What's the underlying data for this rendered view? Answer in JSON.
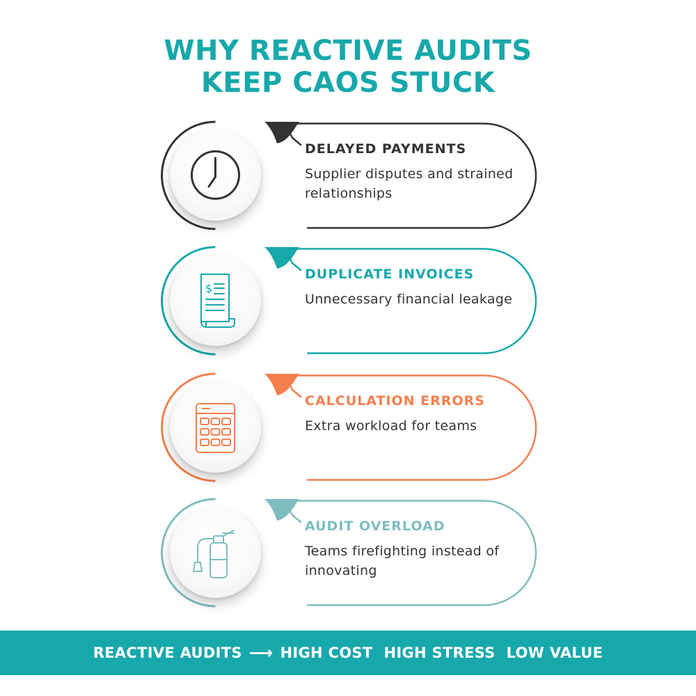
{
  "title": {
    "line1": "WHY REACTIVE AUDITS",
    "line2": "KEEP CAOS STUCK"
  },
  "colors": {
    "title": "#17a8ab",
    "footer_bg": "#17a8ab",
    "footer_text": "#ffffff"
  },
  "cards": [
    {
      "heading": "DELAYED PAYMENTS",
      "description": "Supplier disputes and strained relationships",
      "icon": "clock-icon",
      "color": "#333333"
    },
    {
      "heading": "DUPLICATE INVOICES",
      "description": "Unnecessary financial leakage",
      "icon": "invoice-icon",
      "color": "#17a8ab"
    },
    {
      "heading": "CALCULATION ERRORS",
      "description": "Extra workload for teams",
      "icon": "calculator-icon",
      "color": "#f47f4e"
    },
    {
      "heading": "AUDIT OVERLOAD",
      "description": "Teams firefighting instead of innovating",
      "icon": "fire-extinguisher-icon",
      "color": "#7fbdbf"
    }
  ],
  "footer": {
    "part1": "REACTIVE AUDITS",
    "arrow": "⟶",
    "part2": "HIGH COST",
    "part3": "HIGH STRESS",
    "part4": "LOW VALUE"
  }
}
